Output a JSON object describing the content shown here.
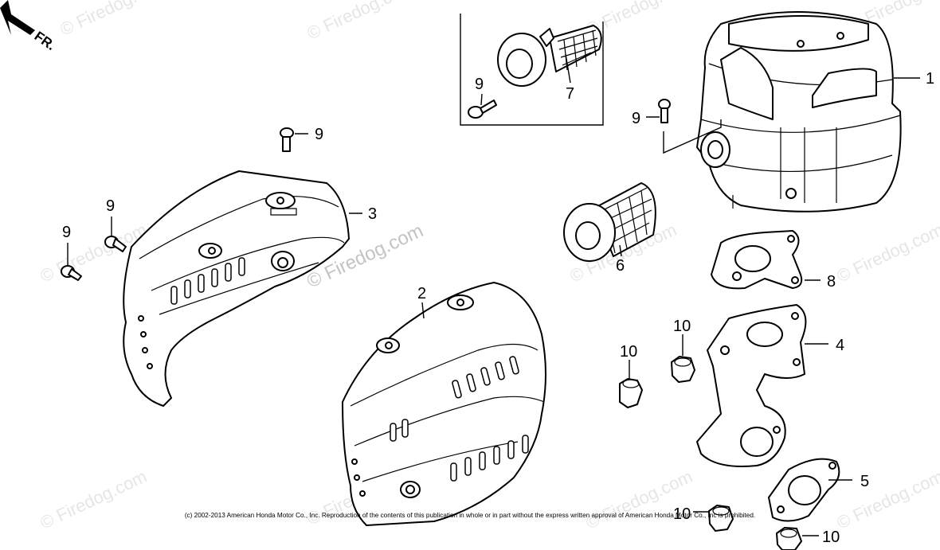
{
  "direction_label": "FR.",
  "watermark_text": "© Firedog.com",
  "center_watermark_text": "© Firedog.com",
  "copyright_notice": "(c) 2002-2013 American Honda Motor Co., Inc. Reproduction of the contents of this publication in whole or in part without the express written approval of American Honda Motor Co., Inc is prohibited.",
  "callouts": {
    "c1": "1",
    "c2": "2",
    "c3": "3",
    "c4": "4",
    "c5": "5",
    "c6": "6",
    "c7": "7",
    "c8": "8",
    "c9a": "9",
    "c9b": "9",
    "c9c": "9",
    "c9d": "9",
    "c9e": "9",
    "c10a": "10",
    "c10b": "10",
    "c10c": "10",
    "c10d": "10"
  },
  "colors": {
    "line": "#000000",
    "background": "#ffffff",
    "watermark": "#e6e6e6"
  }
}
